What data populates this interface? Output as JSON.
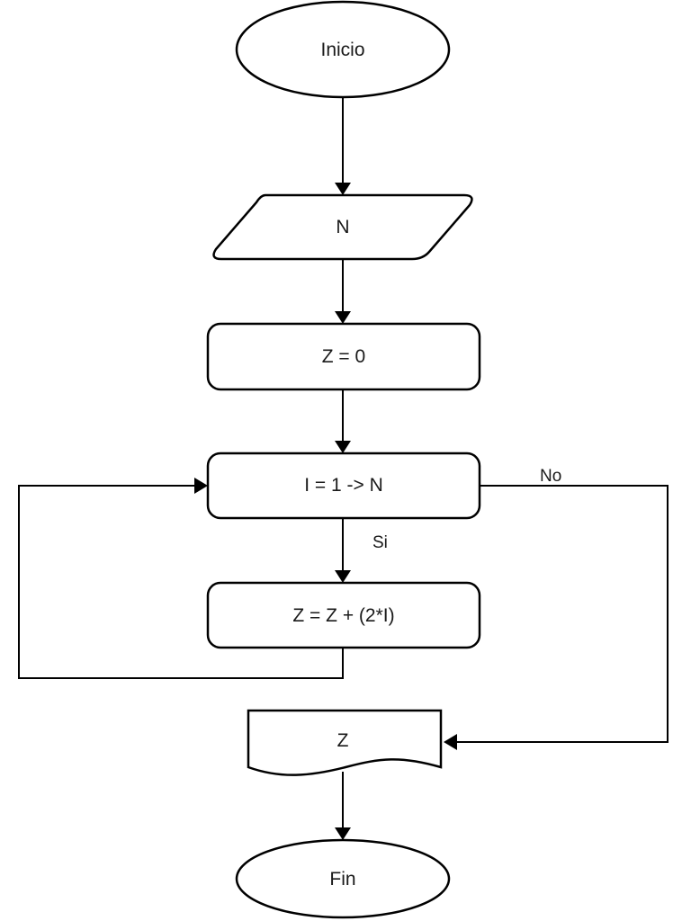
{
  "diagram": {
    "nodes": {
      "start": {
        "label": "Inicio",
        "shape": "ellipse"
      },
      "input_n": {
        "label": "N",
        "shape": "parallelogram"
      },
      "init_z": {
        "label": "Z = 0",
        "shape": "rounded-rectangle"
      },
      "loop": {
        "label": "I = 1 -> N",
        "shape": "rounded-rectangle"
      },
      "accumulate": {
        "label": "Z = Z + (2*I)",
        "shape": "rounded-rectangle"
      },
      "output_z": {
        "label": "Z",
        "shape": "document"
      },
      "end": {
        "label": "Fin",
        "shape": "ellipse"
      }
    },
    "edges": {
      "loop_yes": {
        "label": "Si"
      },
      "loop_no": {
        "label": "No"
      }
    }
  }
}
